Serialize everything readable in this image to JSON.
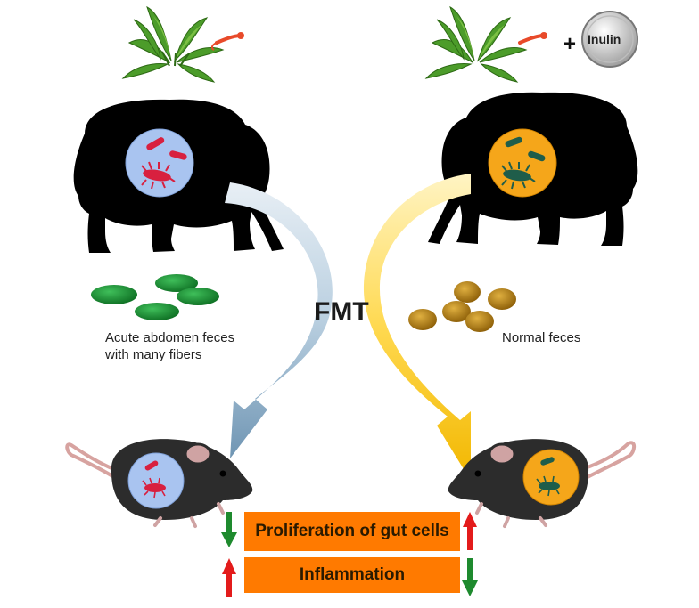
{
  "labels": {
    "fmt": "FMT",
    "acute_feces": "Acute abdomen feces\nwith many fibers",
    "normal_feces": "Normal feces",
    "inulin": "Inulin",
    "plus": "+"
  },
  "outcomes": {
    "proliferation": {
      "label": "Proliferation of gut cells",
      "left_group_direction": "down",
      "right_group_direction": "up"
    },
    "inflammation": {
      "label": "Inflammation",
      "left_group_direction": "up",
      "right_group_direction": "down"
    }
  },
  "colors": {
    "left_flow": "#8fb0c8",
    "right_flow": "#f5c400",
    "bar": "#ff7a00",
    "arrow_up": "#e31b1b",
    "arrow_down": "#1e8a2e",
    "acute_feces": "#138a2c",
    "normal_feces": "#b8860b",
    "microbe_bg_left": "#a9c4f0",
    "microbe_bg_right": "#f5a61a"
  },
  "icons": [
    "elephant-icon",
    "mouse-icon",
    "plant-icon",
    "microbe-icon",
    "feces-icon",
    "inulin-jar-icon"
  ]
}
